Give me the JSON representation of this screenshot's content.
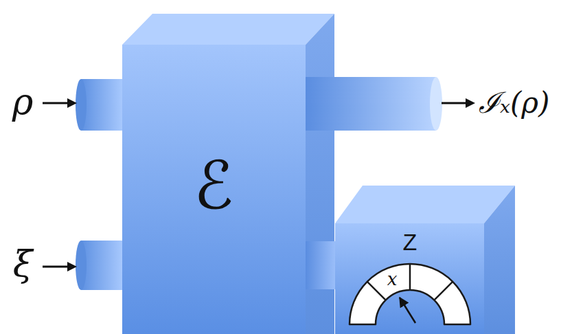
{
  "diagram": {
    "nodes": [
      {
        "text": [
          "ℰ"
        ]
      },
      {
        "text": [
          "Z",
          "x"
        ]
      }
    ],
    "edges": [
      {
        "from": 0,
        "to": 1,
        "arrow": "none"
      }
    ],
    "labels": [
      "ρ",
      "ξ",
      "ℐₓ(ρ)"
    ]
  }
}
